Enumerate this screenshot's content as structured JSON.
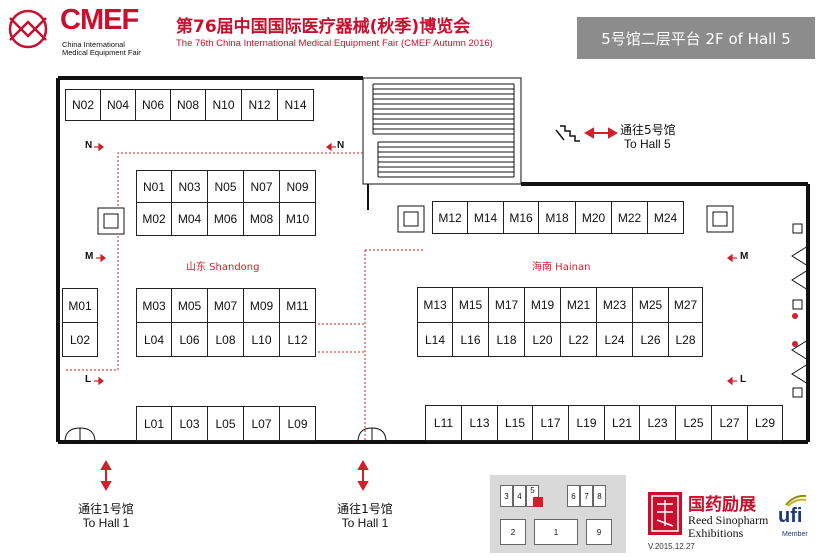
{
  "header": {
    "logo_text": "CMEF",
    "logo_sub1": "China International",
    "logo_sub2": "Medical Equipment Fair",
    "title_cn": "第76届中国国际医疗器械(秋季)博览会",
    "title_en": "The 76th China International Medical Equipment Fair (CMEF Autumn 2016)",
    "hall_tag": "5号馆二层平台  2F of Hall 5"
  },
  "booths": {
    "row_n_top": [
      "N02",
      "N04",
      "N06",
      "N08",
      "N10",
      "N12",
      "N14"
    ],
    "row_n_mid": [
      "N01",
      "N03",
      "N05",
      "N07",
      "N09"
    ],
    "row_m_left_top": [
      "M02",
      "M04",
      "M06",
      "M08",
      "M10"
    ],
    "row_m_right_top": [
      "M12",
      "M14",
      "M16",
      "M18",
      "M20",
      "M22",
      "M24"
    ],
    "m01": "M01",
    "l02": "L02",
    "row_m_left_mid": [
      "M03",
      "M05",
      "M07",
      "M09",
      "M11"
    ],
    "row_l_left_mid": [
      "L04",
      "L06",
      "L08",
      "L10",
      "L12"
    ],
    "row_m_right_mid": [
      "M13",
      "M15",
      "M17",
      "M19",
      "M21",
      "M23",
      "M25",
      "M27"
    ],
    "row_l_right_mid": [
      "L14",
      "L16",
      "L18",
      "L20",
      "L22",
      "L24",
      "L26",
      "L28"
    ],
    "row_l_left_bottom": [
      "L01",
      "L03",
      "L05",
      "L07",
      "L09"
    ],
    "row_l_right_bottom": [
      "L11",
      "L13",
      "L15",
      "L17",
      "L19",
      "L21",
      "L23",
      "L25",
      "L27",
      "L29"
    ]
  },
  "zones": {
    "shandong": "山东 Shandong",
    "hainan": "海南 Hainan"
  },
  "row_markers": {
    "n_left": "N",
    "n_right": "N",
    "m_left": "M",
    "m_right": "M",
    "l_left": "L",
    "l_right": "L"
  },
  "exits": {
    "hall5_cn": "通往5号馆",
    "hall5_en": "To Hall 5",
    "hall1a_cn": "通往1号馆",
    "hall1a_en": "To Hall 1",
    "hall1b_cn": "通往1号馆",
    "hall1b_en": "To Hall 1"
  },
  "minimap": {
    "cells_top": [
      "3",
      "4",
      "5",
      "6",
      "7",
      "8"
    ],
    "cells_bottom": [
      "2",
      "1",
      "9"
    ]
  },
  "footer": {
    "org_cn": "国药励展",
    "org_en1": "Reed Sinopharm",
    "org_en2": "Exhibitions",
    "ufi": "ufi",
    "ufi_sub": "Member",
    "version": "V.2015.12.27"
  },
  "colors": {
    "brand_red": "#c8102e",
    "zone_red": "#d21f2a",
    "hall_tag_bg": "#8c8c8c"
  }
}
